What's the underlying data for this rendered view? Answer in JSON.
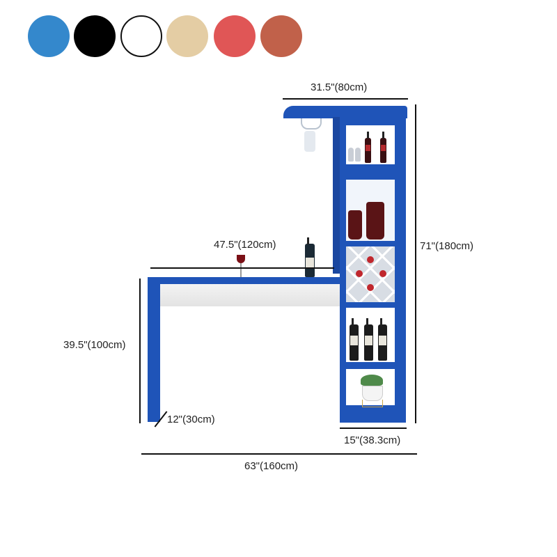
{
  "color_options": [
    {
      "name": "blue",
      "hex": "#3488cc"
    },
    {
      "name": "black",
      "hex": "#000000"
    },
    {
      "name": "white",
      "hex": "#ffffff"
    },
    {
      "name": "beige",
      "hex": "#e4cda4"
    },
    {
      "name": "red",
      "hex": "#e05656"
    },
    {
      "name": "rust",
      "hex": "#c1614a"
    }
  ],
  "product": {
    "name": "bar-table-with-wine-cabinet",
    "color": "#1f54b8"
  },
  "dimensions": {
    "cabinet_width": "31.5\"(80cm)",
    "counter_length": "47.5\"(120cm)",
    "total_height": "71\"(180cm)",
    "counter_height": "39.5\"(100cm)",
    "counter_depth": "12\"(30cm)",
    "cabinet_depth": "15\"(38.3cm)",
    "total_width": "63\"(160cm)"
  }
}
